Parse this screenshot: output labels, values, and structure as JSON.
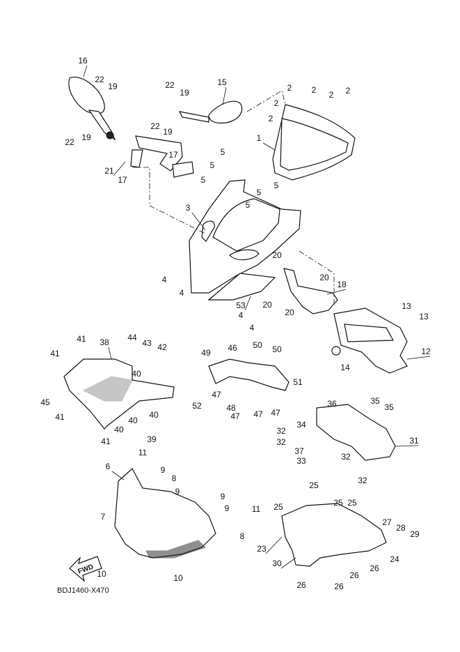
{
  "diagram_code": "BDJ1460-X470",
  "fwd_label": "FWD",
  "labels": [
    "1",
    "2",
    "3",
    "4",
    "5",
    "6",
    "7",
    "8",
    "9",
    "10",
    "11",
    "12",
    "13",
    "14",
    "15",
    "16",
    "17",
    "18",
    "19",
    "20",
    "21",
    "22",
    "23",
    "24",
    "25",
    "26",
    "27",
    "28",
    "29",
    "30",
    "31",
    "32",
    "33",
    "34",
    "35",
    "36",
    "37",
    "38",
    "39",
    "40",
    "41",
    "42",
    "43",
    "44",
    "45",
    "46",
    "47",
    "48",
    "49",
    "50",
    "51",
    "52",
    "53"
  ]
}
